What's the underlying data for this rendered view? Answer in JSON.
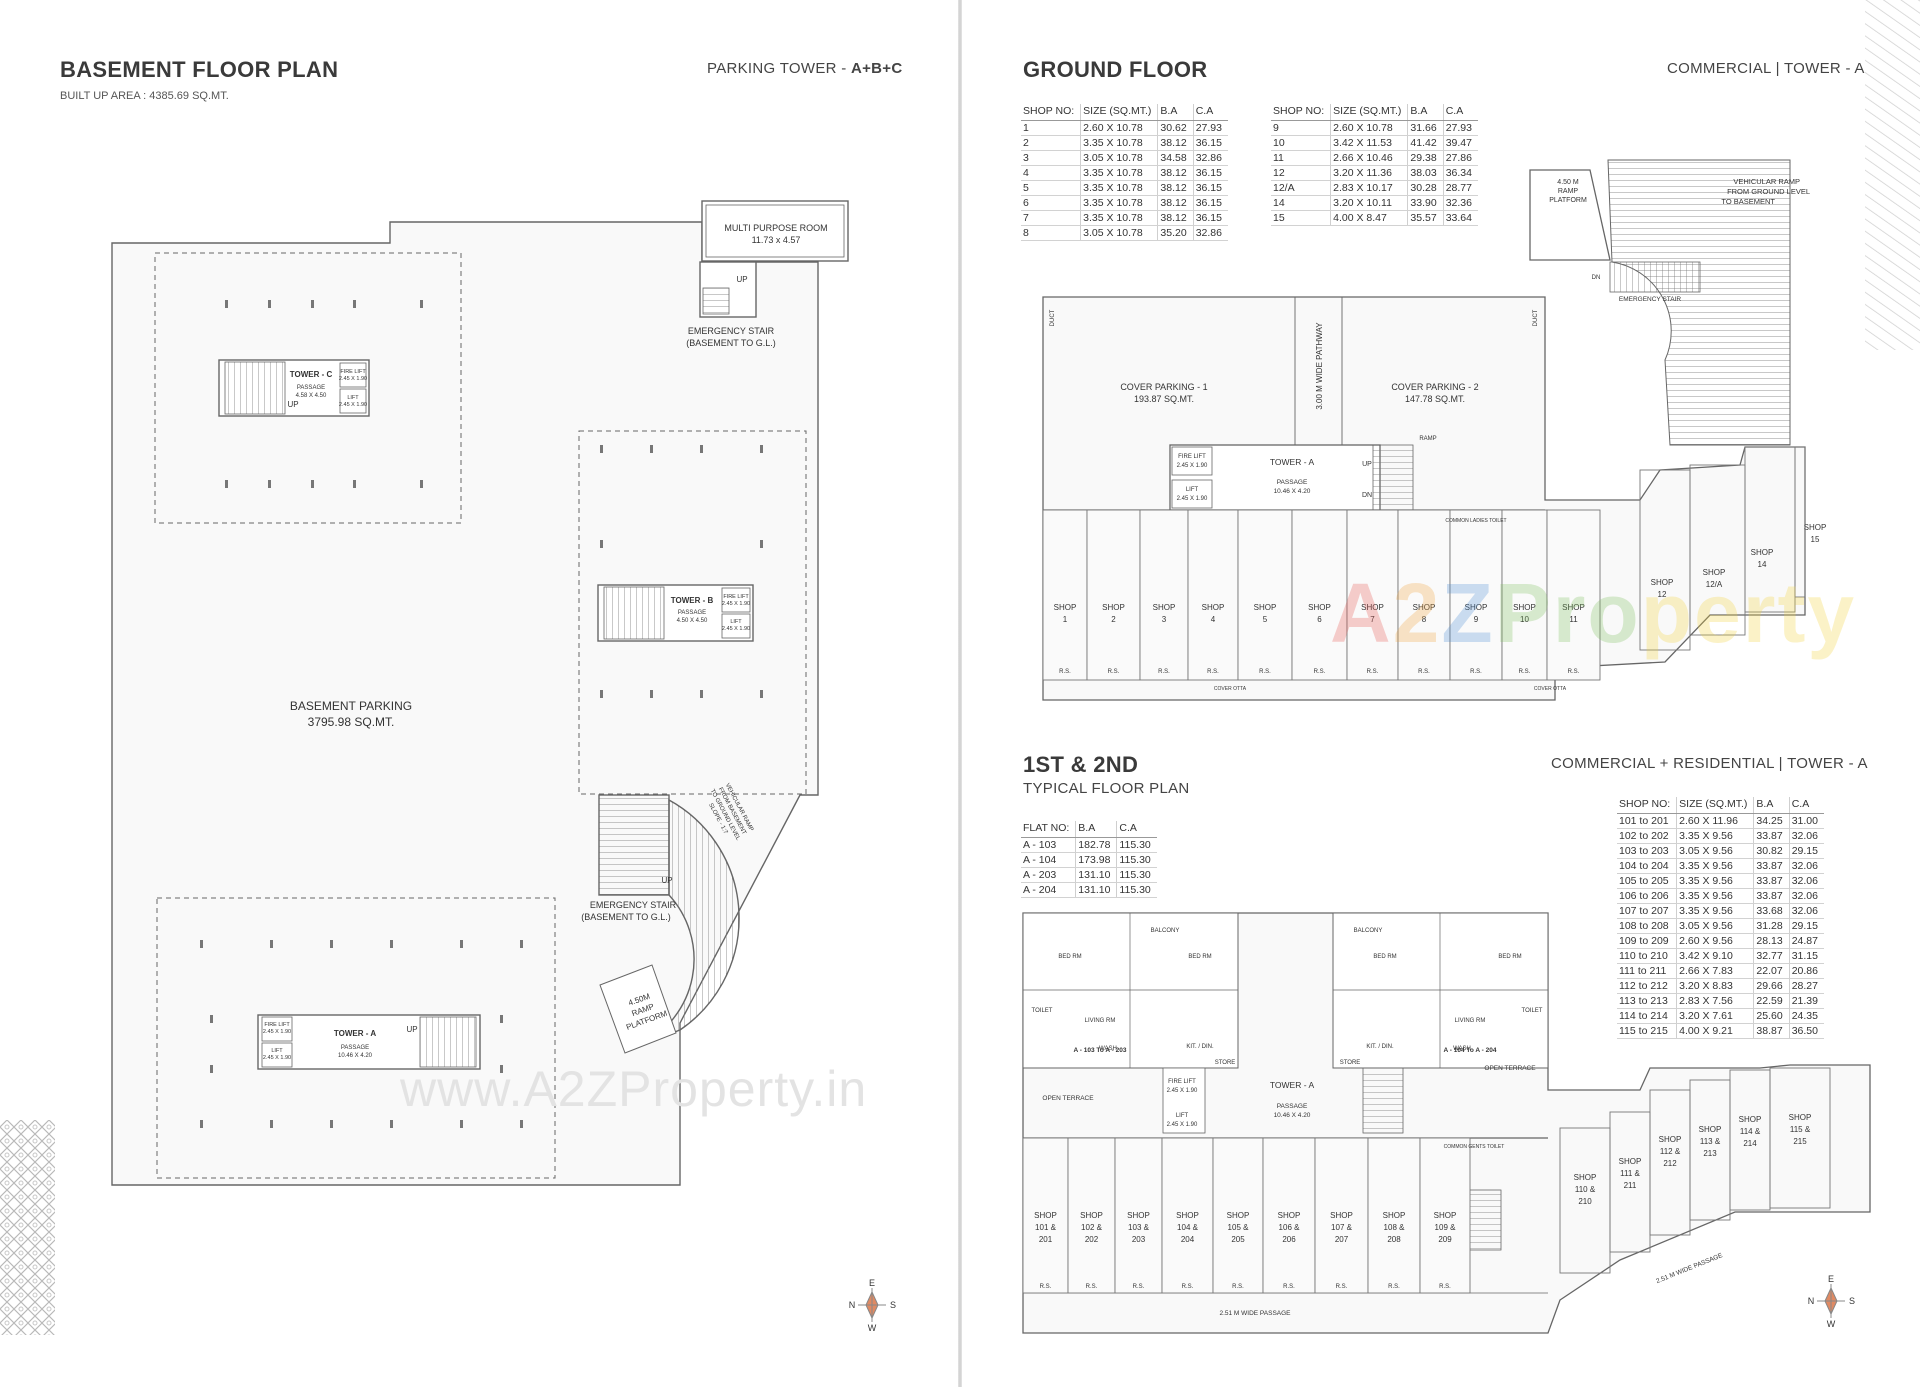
{
  "basement": {
    "title": "BASEMENT FLOOR PLAN",
    "built_up": "BUILT UP AREA : 4385.69 SQ.MT.",
    "tag_prefix": "PARKING TOWER - ",
    "tag_bold": "A+B+C",
    "multi_purpose": "MULTI PURPOSE ROOM",
    "multi_purpose_size": "11.73 x 4.57",
    "emergency_stair": "EMERGENCY STAIR",
    "emergency_stair_sub": "(BASEMENT TO G.L.)",
    "parking": "BASEMENT PARKING",
    "parking_area": "3795.98 SQ.MT.",
    "tower_c": "TOWER - C",
    "tower_b": "TOWER - B",
    "tower_a": "TOWER - A",
    "passage": "PASSAGE",
    "passage_c": "4.58 X 4.50",
    "passage_b": "4.50 X 4.50",
    "passage_a": "10.46 X 4.20",
    "fire_lift": "FIRE LIFT",
    "fire_lift_size": "2.45 X 1.90",
    "lift": "LIFT",
    "lift_size": "2.45 X 1.90",
    "up": "UP",
    "vehicular_ramp": [
      "VEHICULAR RAMP",
      "FROM BASEMENT",
      "TO GROUND LEVEL",
      "SLOPE - 1:7"
    ],
    "ramp_platform": [
      "4.50M",
      "RAMP",
      "PLATFORM"
    ],
    "watermark": "www.A2ZProperty.in",
    "compass": {
      "n": "N",
      "e": "E",
      "s": "S",
      "w": "W"
    }
  },
  "ground": {
    "title": "GROUND FLOOR",
    "tag": "COMMERCIAL | TOWER - A",
    "table_headers": [
      "SHOP NO:",
      "SIZE (SQ.MT.)",
      "B.A",
      "C.A"
    ],
    "table_left": [
      [
        "1",
        "2.60 X 10.78",
        "30.62",
        "27.93"
      ],
      [
        "2",
        "3.35 X 10.78",
        "38.12",
        "36.15"
      ],
      [
        "3",
        "3.05 X 10.78",
        "34.58",
        "32.86"
      ],
      [
        "4",
        "3.35 X 10.78",
        "38.12",
        "36.15"
      ],
      [
        "5",
        "3.35 X 10.78",
        "38.12",
        "36.15"
      ],
      [
        "6",
        "3.35 X 10.78",
        "38.12",
        "36.15"
      ],
      [
        "7",
        "3.35 X 10.78",
        "38.12",
        "36.15"
      ],
      [
        "8",
        "3.05 X 10.78",
        "35.20",
        "32.86"
      ]
    ],
    "table_right": [
      [
        "9",
        "2.60 X 10.78",
        "31.66",
        "27.93"
      ],
      [
        "10",
        "3.42 X 11.53",
        "41.42",
        "39.47"
      ],
      [
        "11",
        "2.66 X 10.46",
        "29.38",
        "27.86"
      ],
      [
        "12",
        "3.20 X 11.36",
        "38.03",
        "36.34"
      ],
      [
        "12/A",
        "2.83 X 10.17",
        "30.28",
        "28.77"
      ],
      [
        "14",
        "3.20 X 10.11",
        "33.90",
        "32.36"
      ],
      [
        "15",
        "4.00 X 8.47",
        "35.57",
        "33.64"
      ]
    ],
    "cover_parking_1": "COVER PARKING - 1",
    "cover_parking_1_area": "193.87 SQ.MT.",
    "cover_parking_2": "COVER PARKING - 2",
    "cover_parking_2_area": "147.78 SQ.MT.",
    "pathway": "3.00 M WIDE PATHWAY",
    "duct": "DUCT",
    "tower_a": "TOWER - A",
    "passage": "PASSAGE",
    "passage_size": "10.46 X 4.20",
    "fire_lift": "FIRE LIFT",
    "fire_lift_size": "2.45 X 1.90",
    "lift": "LIFT",
    "lift_size": "2.45 X 1.90",
    "up": "UP",
    "dn": "DN",
    "ramp": "RAMP",
    "common_toilet": "COMMON LADIES TOILET",
    "ramp_platform": [
      "4.50 M",
      "RAMP",
      "PLATFORM"
    ],
    "vehicular_ramp": [
      "VEHICULAR RAMP",
      "FROM GROUND LEVEL",
      "TO BASEMENT"
    ],
    "emergency_stair": "EMERGENCY STAIR",
    "cover_otta": "COVER OTTA",
    "shop_word": "SHOP",
    "rs": "R.S.",
    "shops_row": [
      "1",
      "2",
      "3",
      "4",
      "5",
      "6",
      "7",
      "8",
      "9",
      "10",
      "11"
    ],
    "shops_curve": [
      "12",
      "12/A",
      "14",
      "15"
    ]
  },
  "typical": {
    "title": "1ST & 2ND",
    "subtitle": "TYPICAL FLOOR PLAN",
    "tag": "COMMERCIAL + RESIDENTIAL | TOWER - A",
    "flat_headers": [
      "FLAT NO:",
      "B.A",
      "C.A"
    ],
    "flats": [
      [
        "A - 103",
        "182.78",
        "115.30"
      ],
      [
        "A - 104",
        "173.98",
        "115.30"
      ],
      [
        "A - 203",
        "131.10",
        "115.30"
      ],
      [
        "A - 204",
        "131.10",
        "115.30"
      ]
    ],
    "shop_headers": [
      "SHOP NO:",
      "SIZE (SQ.MT.)",
      "B.A",
      "C.A"
    ],
    "shops": [
      [
        "101 to 201",
        "2.60 X 11.96",
        "34.25",
        "31.00"
      ],
      [
        "102 to 202",
        "3.35 X 9.56",
        "33.87",
        "32.06"
      ],
      [
        "103 to 203",
        "3.05 X 9.56",
        "30.82",
        "29.15"
      ],
      [
        "104 to 204",
        "3.35 X 9.56",
        "33.87",
        "32.06"
      ],
      [
        "105 to 205",
        "3.35 X 9.56",
        "33.87",
        "32.06"
      ],
      [
        "106 to 206",
        "3.35 X 9.56",
        "33.87",
        "32.06"
      ],
      [
        "107 to 207",
        "3.35 X 9.56",
        "33.68",
        "32.06"
      ],
      [
        "108 to 208",
        "3.05 X 9.56",
        "31.28",
        "29.15"
      ],
      [
        "109 to 209",
        "2.60 X 9.56",
        "28.13",
        "24.87"
      ],
      [
        "110 to 210",
        "3.42 X 9.10",
        "32.77",
        "31.15"
      ],
      [
        "111 to 211",
        "2.66 X 7.83",
        "22.07",
        "20.86"
      ],
      [
        "112 to 212",
        "3.20 X 8.83",
        "29.66",
        "28.27"
      ],
      [
        "113 to 213",
        "2.83 X 7.56",
        "22.59",
        "21.39"
      ],
      [
        "114 to 214",
        "3.20 X 7.61",
        "25.60",
        "24.35"
      ],
      [
        "115 to 215",
        "4.00 X 9.21",
        "38.87",
        "36.50"
      ]
    ],
    "bed_rm": "BED RM",
    "living_rm": "LIVING RM",
    "balcony": "BALCONY",
    "open_terrace": "OPEN TERRACE",
    "toilet": "TOILET",
    "kit_din": "KIT. / DIN.",
    "store": "STORE",
    "wash": "WASH",
    "flat_a": "A - 103 To A - 203",
    "flat_b": "A - 104 To A - 204",
    "tower_a": "TOWER - A",
    "passage": "PASSAGE",
    "passage_size": "10.46 X 4.20",
    "fire_lift": "FIRE LIFT",
    "fire_lift_size": "2.45 X 1.90",
    "lift": "LIFT",
    "lift_size": "2.45 X 1.90",
    "common_toilet": "COMMON GENTS TOILET",
    "passage_bottom": "2.51 M WIDE PASSAGE",
    "shop_word": "SHOP",
    "rs": "R.S.",
    "shops_row": [
      "101 &",
      "102 &",
      "103 &",
      "104 &",
      "105 &",
      "106 &",
      "107 &",
      "108 &",
      "109 &"
    ],
    "shops_row2": [
      "201",
      "202",
      "203",
      "204",
      "205",
      "206",
      "207",
      "208",
      "209"
    ],
    "shops_curve": [
      "110 &",
      "111 &",
      "112 &",
      "113 &",
      "114 &",
      "115 &"
    ],
    "shops_curve2": [
      "210",
      "211",
      "212",
      "213",
      "214",
      "215"
    ],
    "compass": {
      "n": "N",
      "e": "E",
      "s": "S",
      "w": "W"
    }
  },
  "watermark_color": [
    "A",
    "2",
    "Z",
    "Pro",
    "perty"
  ]
}
